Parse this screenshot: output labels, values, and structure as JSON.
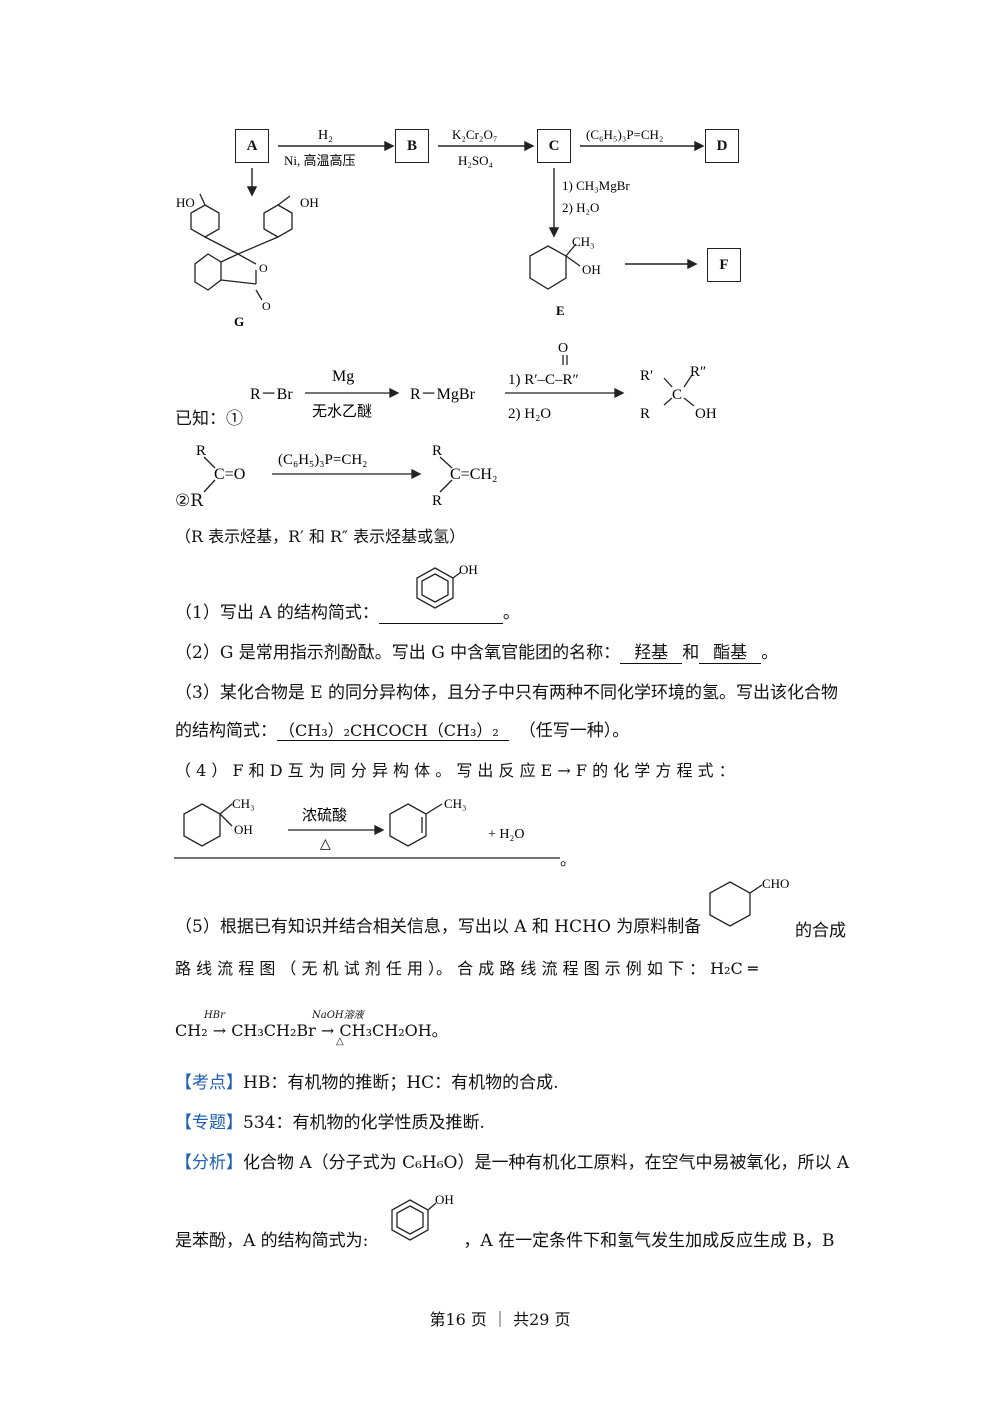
{
  "scheme": {
    "boxes": {
      "A": "A",
      "B": "B",
      "C": "C",
      "D": "D",
      "F": "F"
    },
    "labels": {
      "ab_top": "H₂",
      "ab_bottom": "Ni, 高温高压",
      "bc_top": "K₂Cr₂O₇",
      "bc_bottom": "H₂SO₄",
      "cd_top": "(C₆H₅)₃P=CH₂",
      "ce_1": "1) CH₃MgBr",
      "ce_2": "2) H₂O",
      "e_label": "E",
      "g_label": "G",
      "g_ho_left": "HO",
      "g_oh_right": "OH",
      "g_o": "O",
      "e_ch3": "CH₃",
      "e_oh": "OH"
    }
  },
  "known": {
    "prefix": "已知：①",
    "r1_rbr": "R－Br",
    "r1_mg": "Mg",
    "r1_ether": "无水乙醚",
    "r1_rmgbr": "R－MgBr",
    "r1_step1": "1) R′–C–R″",
    "r1_o": "O",
    "r1_step2": "2) H₂O",
    "r1_prod_r1": "R′",
    "r1_prod_r2": "R″",
    "r1_prod_c": "C",
    "r1_prod_r": "R",
    "r1_prod_oh": "OH",
    "r2_num": "②",
    "r2_r": "R",
    "r2_co": "C=O",
    "r2_reagent": "(C₆H₅)₃P=CH₂",
    "r2_prod": "C=CH₂",
    "note": "（R 表示烃基，R′ 和 R″ 表示烃基或氢）"
  },
  "questions": {
    "q1": "（1）写出 A 的结构简式：",
    "q1_oh": "OH",
    "q1_end": "。",
    "q2_pre": "（2）G 是常用指示剂酚酞。写出 G 中含氧官能团的名称：",
    "q2_a1": "羟基",
    "q2_and": "和",
    "q2_a2": "酯基",
    "q2_end": "。",
    "q3_l1": "（3）某化合物是 E 的同分异构体，且分子中只有两种不同化学环境的氢。写出该化合物",
    "q3_pre": "的结构简式：",
    "q3_ans": "（CH₃）₂CHCOCH（CH₃）₂",
    "q3_post": "（任写一种）。",
    "q4": "（ 4 ） F 和 D 互 为 同 分 异 构 体 。 写 出 反 应 E → F 的 化 学 方 程 式 ：",
    "q4_ch3": "CH₃",
    "q4_oh": "OH",
    "q4_cond1": "浓硫酸",
    "q4_cond2": "△",
    "q4_ch3b": "CH₃",
    "q4_h2o": "+ H₂O",
    "q4_end": "。",
    "q5_l1": "（5）根据已有知识并结合相关信息，写出以 A 和 HCHO 为原料制备",
    "q5_cho": "CHO",
    "q5_l1_end": "的合成",
    "q5_l2": "路 线 流 程 图 （ 无 机 试 剂 任 用 ）。 合 成 路 线 流 程 图 示 例 如 下 ：  H₂C ═",
    "q5_l3": "CH₂ → CH₃CH₂Br  → CH₃CH₂OH。",
    "q5_hbr": "HBr",
    "q5_naoh": "NaOH溶液",
    "q5_delta": "△"
  },
  "analysis": {
    "kd_tag": "【考点】",
    "kd_text": "HB：有机物的推断；HC：有机物的合成.",
    "zt_tag": "【专题】",
    "zt_text": "534：有机物的化学性质及推断.",
    "fx_tag": "【分析】",
    "fx_text": "化合物 A（分子式为 C₆H₆O）是一种有机化工原料，在空气中易被氧化，所以 A",
    "fx_l2_pre": "是苯酚，A 的结构简式为:",
    "fx_oh": "OH",
    "fx_l2_post": "，A 在一定条件下和氢气发生加成反应生成 B，B"
  },
  "footer": "第16 页 ｜ 共29 页"
}
